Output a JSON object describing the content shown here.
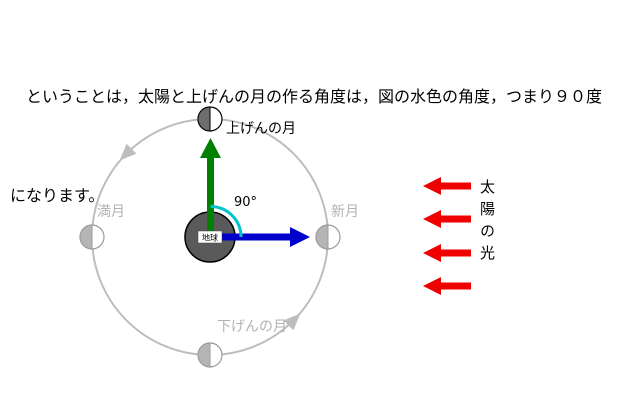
{
  "paragraph": {
    "lines": [
      "　ということは，太陽と上げんの月の作る角度は，図の水色の角度，つまり９０度",
      "になります。"
    ]
  },
  "diagram": {
    "labels": {
      "first_quarter": "上げんの月",
      "full_moon": "満月",
      "new_moon": "新月",
      "last_quarter": "下げんの月",
      "angle": "90°",
      "earth": "地球"
    },
    "sun_light": "太陽の光",
    "colors": {
      "sun_arrow_red": "#ee0000",
      "first_quarter_vector_green": "#008000",
      "new_moon_vector_blue": "#0000cc",
      "angle_arc_cyan": "#00c3cc",
      "orbit_gray": "#bdbdbd",
      "faded_label_gray": "#b2b2b2",
      "moon_dark_half": "#6e6e6e",
      "faded_moon_dark_half": "#b5b5b5",
      "earth_fill": "#5a5a5a",
      "background": "#ffffff"
    }
  }
}
